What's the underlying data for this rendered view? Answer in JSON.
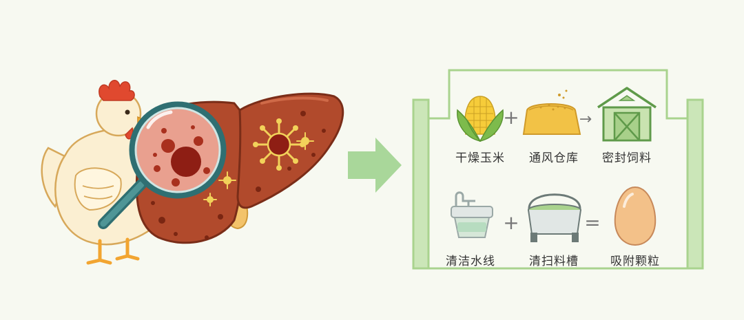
{
  "colors": {
    "background": "#f7f9f1",
    "panel_border": "#a9d38e",
    "arrow": "#a9d79a",
    "liver": "#b14a2c",
    "chicken_body": "#fbefd2"
  },
  "icons": {
    "chicken": "chicken-illustration",
    "liver": "liver-illustration",
    "magnifier": "magnifying-glass-icon",
    "mold_spores": "mold-spore-icon",
    "corn": "corn-icon",
    "feed_pile": "feed-pile-icon",
    "barn": "barn-icon",
    "water_line": "drinker-icon",
    "trough": "trough-icon",
    "egg": "egg-icon"
  },
  "row1": {
    "item1": "干燥玉米",
    "op1": "+",
    "item2": "通风仓库",
    "op2": "→",
    "item3": "密封饲料"
  },
  "row2": {
    "item1": "清洁水线",
    "op1": "+",
    "item2": "清扫料槽",
    "op2": "=",
    "item3": "吸附颗粒"
  }
}
